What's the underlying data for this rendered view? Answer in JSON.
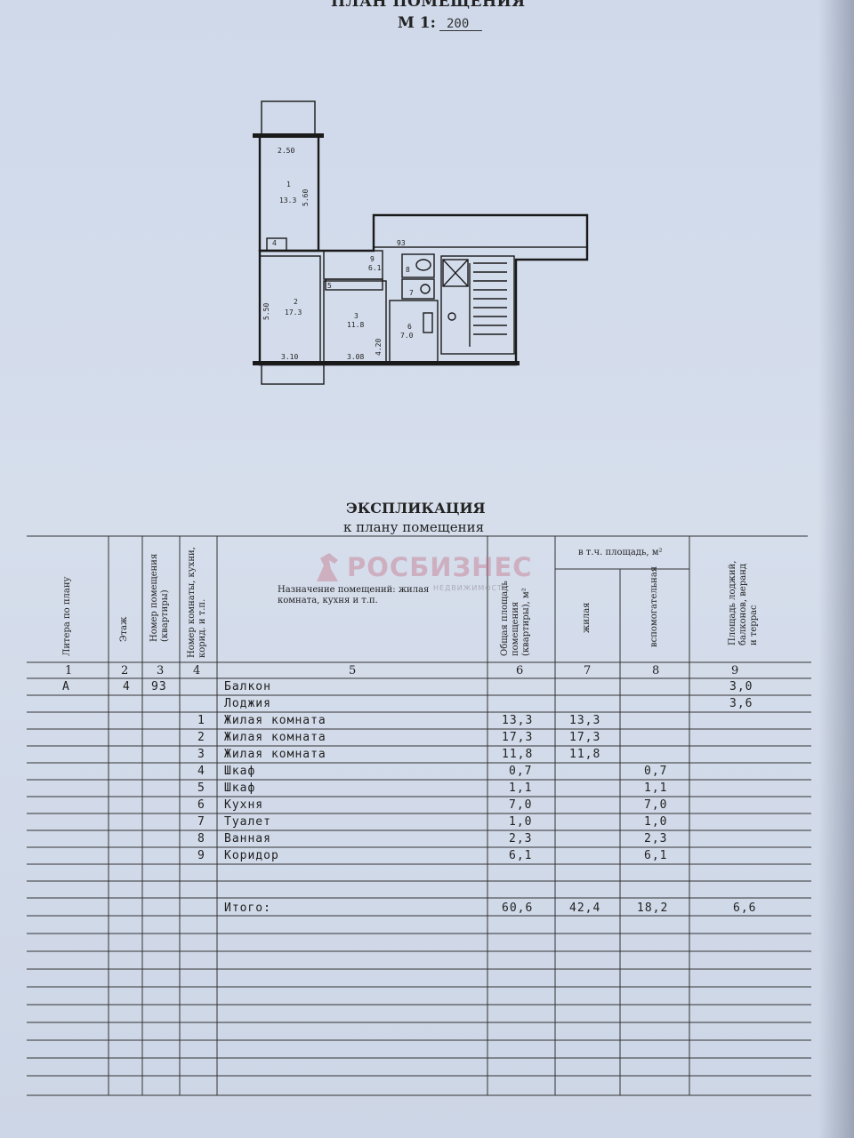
{
  "header": {
    "title": "ПЛАН ПОМЕЩЕНИЯ",
    "scale_prefix": "М 1:",
    "scale_value": "200"
  },
  "plan": {
    "dimensions": [
      "2.50",
      "5.60",
      "5.50",
      "3.10",
      "3.08",
      "4.20"
    ],
    "apartment_no": "93",
    "rooms": [
      {
        "no": "1",
        "area": "13.3"
      },
      {
        "no": "2",
        "area": "17.3"
      },
      {
        "no": "3",
        "area": "11.8"
      },
      {
        "no": "4",
        "area": ""
      },
      {
        "no": "5",
        "area": ""
      },
      {
        "no": "6",
        "area": "7.0"
      },
      {
        "no": "7",
        "area": ""
      },
      {
        "no": "8",
        "area": ""
      },
      {
        "no": "9",
        "area": "6.1"
      }
    ]
  },
  "explication": {
    "title": "ЭКСПЛИКАЦИЯ",
    "subtitle": "к плану помещения",
    "headers": {
      "col1": "Литера по плану",
      "col2": "Этаж",
      "col3": "Номер помещения (квартиры)",
      "col4": "Номер комнаты, кухни, корид. и т.п.",
      "col5": "Назначение помещений: жилая комната, кухня и т.п.",
      "col6": "Общая площадь помещения (квартиры), м²",
      "group78": "в т.ч. площадь, м²",
      "col7": "жилая",
      "col8": "вспомогательная",
      "col9": "Площадь лоджий, балконов, веранд и террас"
    },
    "col_numbers": [
      "1",
      "2",
      "3",
      "4",
      "5",
      "6",
      "7",
      "8",
      "9"
    ],
    "rows": [
      {
        "lit": "А",
        "floor": "4",
        "apt": "93",
        "no": "",
        "name": "Балкон",
        "total": "",
        "living": "",
        "aux": "",
        "balcony": "3,0"
      },
      {
        "lit": "",
        "floor": "",
        "apt": "",
        "no": "",
        "name": "Лоджия",
        "total": "",
        "living": "",
        "aux": "",
        "balcony": "3,6"
      },
      {
        "lit": "",
        "floor": "",
        "apt": "",
        "no": "1",
        "name": "Жилая комната",
        "total": "13,3",
        "living": "13,3",
        "aux": "",
        "balcony": ""
      },
      {
        "lit": "",
        "floor": "",
        "apt": "",
        "no": "2",
        "name": "Жилая комната",
        "total": "17,3",
        "living": "17,3",
        "aux": "",
        "balcony": ""
      },
      {
        "lit": "",
        "floor": "",
        "apt": "",
        "no": "3",
        "name": "Жилая комната",
        "total": "11,8",
        "living": "11,8",
        "aux": "",
        "balcony": ""
      },
      {
        "lit": "",
        "floor": "",
        "apt": "",
        "no": "4",
        "name": "Шкаф",
        "total": "0,7",
        "living": "",
        "aux": "0,7",
        "balcony": ""
      },
      {
        "lit": "",
        "floor": "",
        "apt": "",
        "no": "5",
        "name": "Шкаф",
        "total": "1,1",
        "living": "",
        "aux": "1,1",
        "balcony": ""
      },
      {
        "lit": "",
        "floor": "",
        "apt": "",
        "no": "6",
        "name": "Кухня",
        "total": "7,0",
        "living": "",
        "aux": "7,0",
        "balcony": ""
      },
      {
        "lit": "",
        "floor": "",
        "apt": "",
        "no": "7",
        "name": "Туалет",
        "total": "1,0",
        "living": "",
        "aux": "1,0",
        "balcony": ""
      },
      {
        "lit": "",
        "floor": "",
        "apt": "",
        "no": "8",
        "name": "Ванная",
        "total": "2,3",
        "living": "",
        "aux": "2,3",
        "balcony": ""
      },
      {
        "lit": "",
        "floor": "",
        "apt": "",
        "no": "9",
        "name": "Коридор",
        "total": "6,1",
        "living": "",
        "aux": "6,1",
        "balcony": ""
      }
    ],
    "total": {
      "label": "Итого:",
      "total": "60,6",
      "living": "42,4",
      "aux": "18,2",
      "balcony": "6,6"
    }
  },
  "watermark": {
    "brand": "РОСБИЗНЕС",
    "sub": "НЕДВИЖИМОСТЬ",
    "color": "#c4788c"
  }
}
